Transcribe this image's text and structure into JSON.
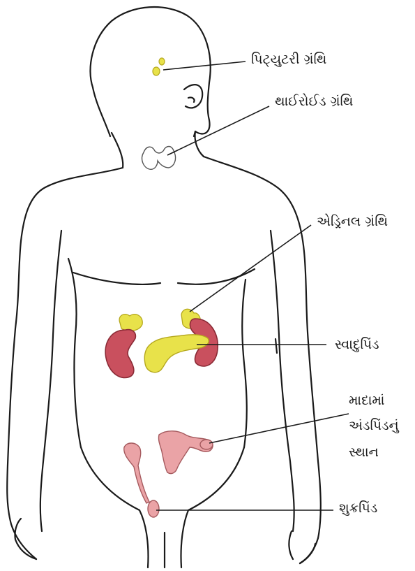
{
  "labels": {
    "pituitary": "પિટ્યુટરી ગ્રંથિ",
    "thyroid": "થાઈરોઈડ ગ્રંથિ",
    "adrenal": "એડ્રિનલ ગ્રંથિ",
    "pancreas": "સ્વાદુપિંડ",
    "ovary_line1": "માદામાં",
    "ovary_line2": "અંડપિંડનું",
    "ovary_line3": "સ્થાન",
    "testis": "શુક્રપિંડ"
  },
  "colors": {
    "outline": "#1a1a1a",
    "gland_yellow": "#e8e24a",
    "gland_yellow_edge": "#b5a81e",
    "kidney_red": "#c9505e",
    "kidney_edge": "#8a2a35",
    "pink_organ": "#eaa3a6",
    "pink_edge": "#a55a5e",
    "thyroid_fill": "#ffffff"
  }
}
